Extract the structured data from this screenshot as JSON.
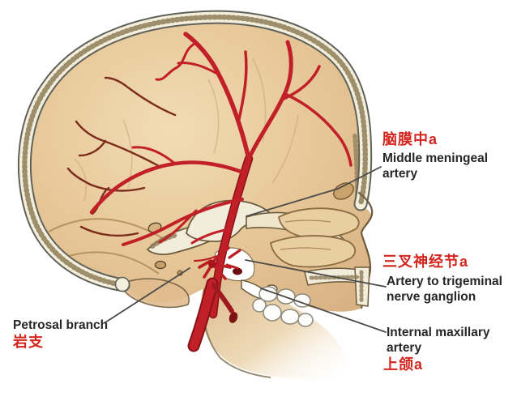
{
  "figure_title": "Middle meningeal artery skull diagram",
  "labels": {
    "middle_meningeal": {
      "cn": "脑膜中a",
      "en1": "Middle meningeal",
      "en2": "artery"
    },
    "trigeminal": {
      "cn": "三叉神经节a",
      "en1": "Artery to trigeminal",
      "en2": "nerve ganglion"
    },
    "petrosal": {
      "en": "Petrosal branch",
      "cn": "岩支"
    },
    "maxillary": {
      "en1": "Internal maxillary",
      "en2": "artery",
      "cn": "上颌a"
    }
  },
  "colors": {
    "background": "#ffffff",
    "annotation_red": "#d3251e",
    "annotation_black": "#262626",
    "artery_red": "#c22028",
    "artery_dark": "#871317",
    "vessel_brown": "#7c2c1c",
    "bone_tan": "#e6c697",
    "bone_cream": "#f4eedd",
    "bone_outline": "#6e5b3d",
    "leader_line": "#4a4a4a"
  }
}
